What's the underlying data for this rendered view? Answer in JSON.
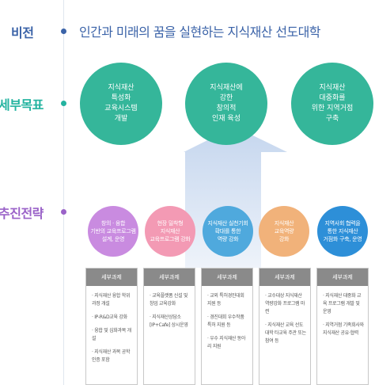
{
  "vision": {
    "label": "비전",
    "text": "인간과 미래의 꿈을 실현하는 지식재산 선도대학"
  },
  "goals": {
    "label": "세부목표",
    "items": [
      [
        "지식재산",
        "특성화",
        "교육시스템",
        "개발"
      ],
      [
        "지식재산에",
        "강한",
        "창의적",
        "인재 육성"
      ],
      [
        "지식재산",
        "대중화를",
        "위한 지역거점",
        "구축"
      ]
    ]
  },
  "strategies": {
    "label": "추진전략",
    "items": [
      {
        "lines": [
          "창의 · 융합",
          "기반의 교육프로그램",
          "설계, 운영"
        ],
        "color": "#c98be0"
      },
      {
        "lines": [
          "현장 밀착형",
          "지식재산",
          "교육프로그램 강화"
        ],
        "color": "#f39ab4"
      },
      {
        "lines": [
          "지식재산 실천기회",
          "확대를 통한",
          "역량 강화"
        ],
        "color": "#4fa9dd"
      },
      {
        "lines": [
          "지식재산",
          "교육역량",
          "강화"
        ],
        "color": "#f1b27a"
      },
      {
        "lines": [
          "지역사회 협력을",
          "통한 지식재산",
          "거점화 구축, 운영"
        ],
        "color": "#2d8fd8"
      }
    ]
  },
  "tasks": {
    "header": "세부과제",
    "columns": [
      [
        "· 지식재산 융합 학위 과정 개설",
        "· IP-R&D교육 강화",
        "· 융합 및 심화과목 개설",
        "· 지식재산 과목 공학인증 포함"
      ],
      [
        "· 교육플랫폼 신설 및 창업 교육강화",
        "· 지식재산상담소 [IP+Cafe] 상시운영"
      ],
      [
        "· 교외 특허경진대회 지원 등",
        "· 경진대회 우수작품 특허 지원 등",
        "· 우수 지식재산 동아리 지원"
      ],
      [
        "· 교수대상 지식재산 역량강화 프로그램 마련",
        "· 지식재산 교육 선도 대학 타교육 주관 또는 참여 등"
      ],
      [
        "· 지식재산 대중화 교육 프로그램 개발 및 운영",
        "· 지역거점 기족회사와 지식재산 공유·협력"
      ]
    ]
  },
  "colors": {
    "vision": "#3b63a8",
    "goal": "#23b3a0",
    "strategy": "#9a62c8",
    "arrow_top": "#c5d6ee",
    "arrow_bottom": "#e9f0f9"
  }
}
